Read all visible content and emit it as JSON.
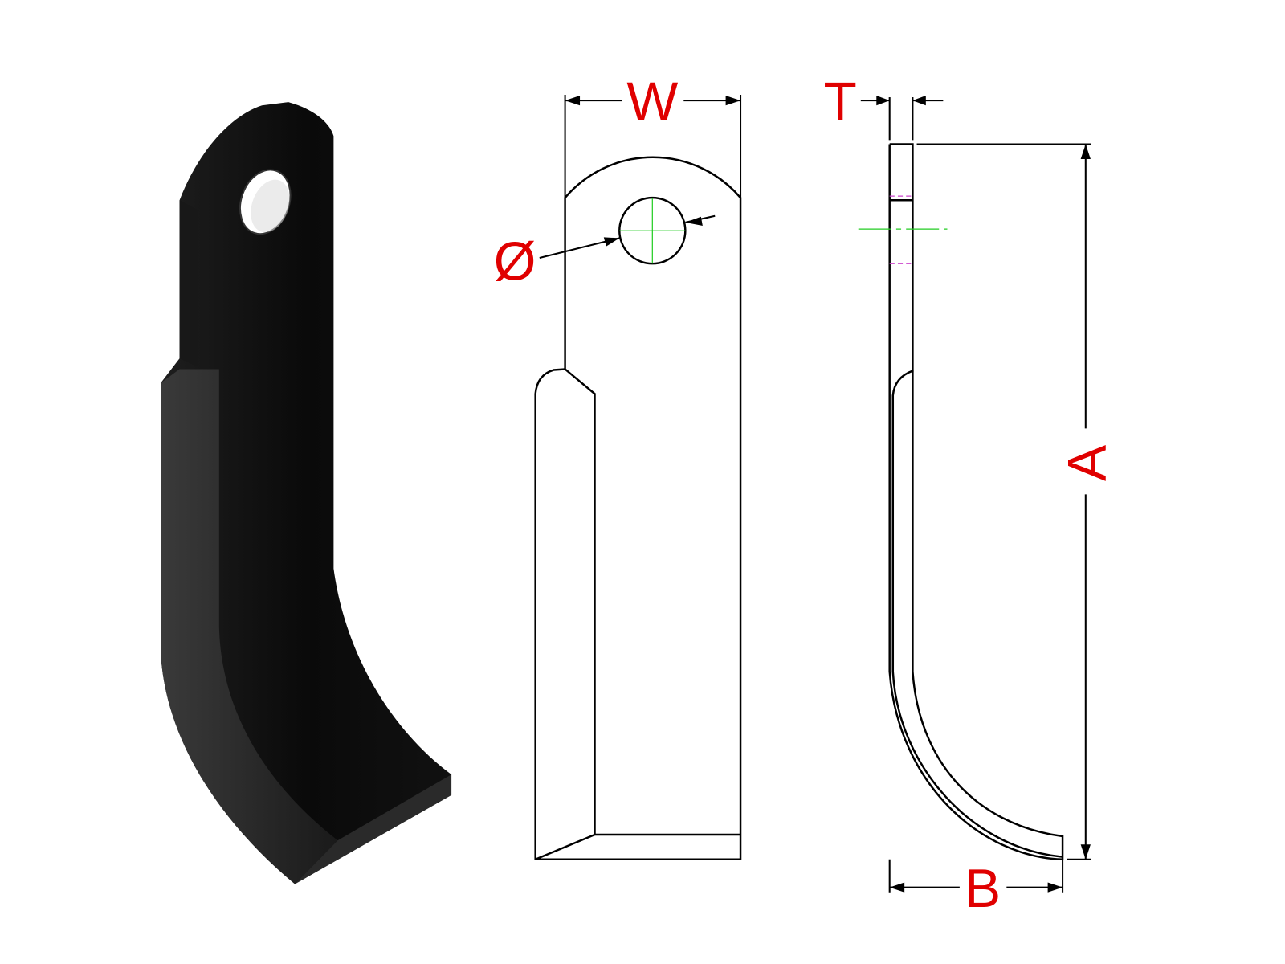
{
  "labels": {
    "width": "W",
    "thickness": "T",
    "length": "A",
    "bend": "B",
    "hole_diameter": "Ø"
  },
  "colors": {
    "dimension_label": "#e00000",
    "centerline": "#22cc22",
    "hidden_line": "#cc44cc",
    "blade": "#0c0c0c"
  }
}
